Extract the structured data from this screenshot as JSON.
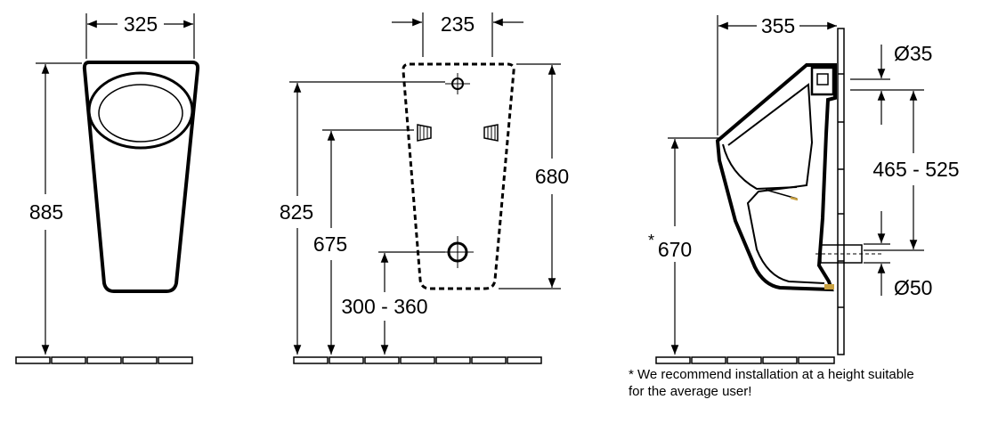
{
  "front_view": {
    "width": "325",
    "height": "885"
  },
  "mounting_plate": {
    "bolt_spacing": "235",
    "height": "680",
    "top_fixing_height": "825",
    "side_fixing_height": "675",
    "outlet_height_range": "300 - 360"
  },
  "side_view": {
    "depth": "355",
    "inlet_diameter": "Ø35",
    "outlet_diameter": "Ø50",
    "inlet_outlet_distance": "465 - 525",
    "rim_height_marker": "*",
    "rim_height": "670"
  },
  "footnote": {
    "line1": "* We recommend installation at a height suitable",
    "line2": "for the average user!"
  },
  "colors": {
    "line": "#000000",
    "accent": "#c8a040"
  }
}
